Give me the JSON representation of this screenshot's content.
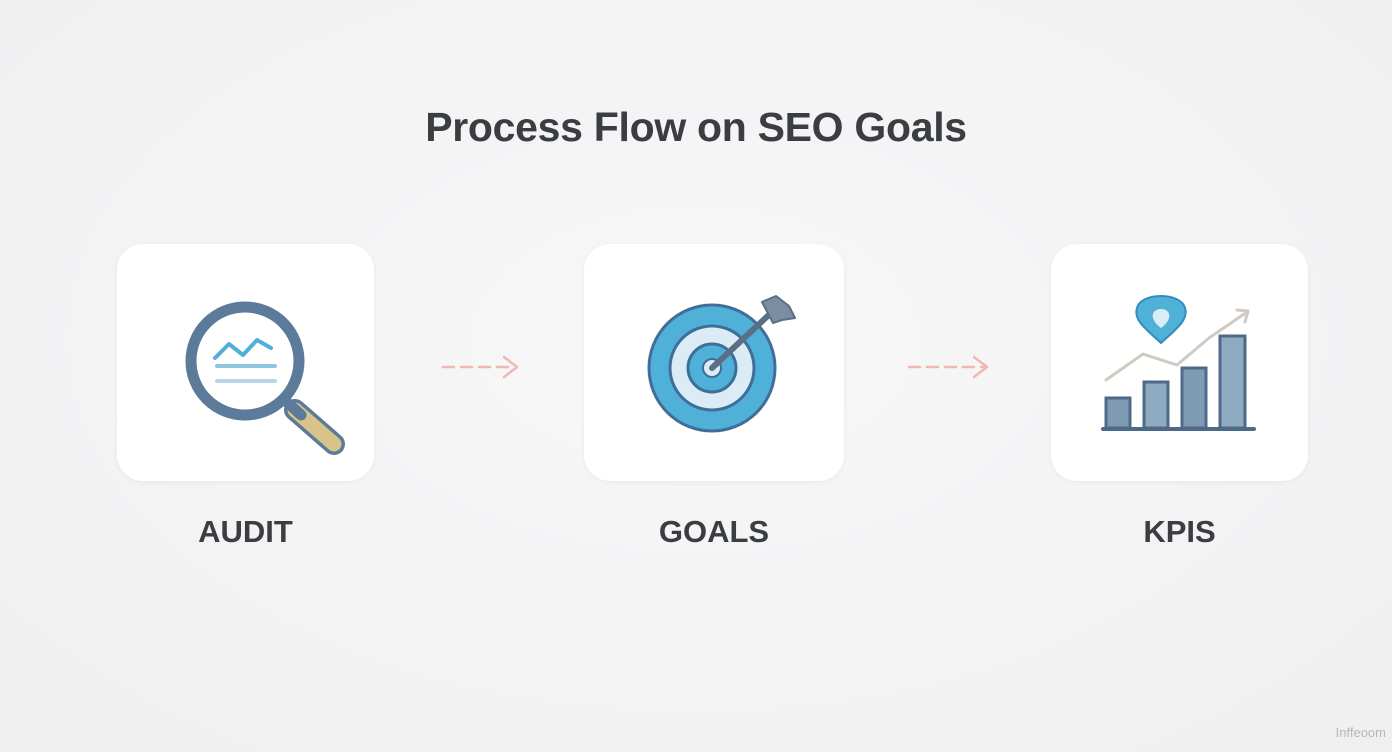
{
  "title": "Process Flow on SEO Goals",
  "steps": [
    {
      "label": "AUDIT",
      "icon": "magnifier-chart-icon"
    },
    {
      "label": "GOALS",
      "icon": "target-arrow-icon"
    },
    {
      "label": "KPIS",
      "icon": "growth-bar-chart-icon"
    }
  ],
  "watermark": "Inffeoom",
  "colors": {
    "background": "#f4f4f5",
    "text": "#3a3d42",
    "arrow": "#efb8b2",
    "accent_blue": "#4fb0d8",
    "steel_blue": "#5c7a9a",
    "handle": "#d8c48a"
  }
}
